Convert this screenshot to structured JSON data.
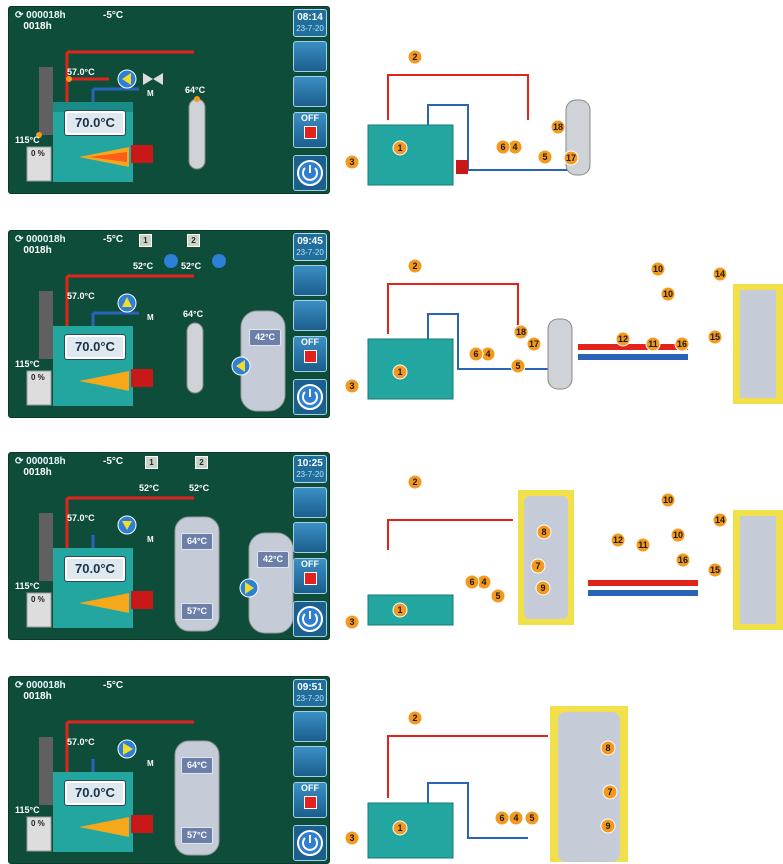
{
  "panels": [
    {
      "counter_top": "000018h",
      "counter_bottom": "0018h",
      "outside_temp": "-5°C",
      "clock_time": "08:14",
      "clock_date": "23-7-20",
      "boiler_setpoint": "70.0°C",
      "flow_temp": "57.0°C",
      "flue_temp": "115°C",
      "fuel_level": "0 %",
      "separator_temp": "64°C",
      "mixer_label": "M",
      "off_label": "OFF"
    },
    {
      "counter_top": "000018h",
      "counter_bottom": "0018h",
      "outside_temp": "-5°C",
      "clock_time": "09:45",
      "clock_date": "23-7-20",
      "boiler_setpoint": "70.0°C",
      "flow_temp": "57.0°C",
      "flue_temp": "115°C",
      "fuel_level": "0 %",
      "separator_temp": "64°C",
      "dhw_temp": "42°C",
      "circuit1_label": "1",
      "circuit1_temp": "52°C",
      "circuit2_label": "2",
      "circuit2_temp": "52°C",
      "mixer_label": "M",
      "off_label": "OFF"
    },
    {
      "counter_top": "000018h",
      "counter_bottom": "0018h",
      "outside_temp": "-5°C",
      "clock_time": "10:25",
      "clock_date": "23-7-20",
      "boiler_setpoint": "70.0°C",
      "flow_temp": "57.0°C",
      "flue_temp": "115°C",
      "fuel_level": "0 %",
      "buffer_top": "64°C",
      "buffer_bottom": "57°C",
      "dhw_temp": "42°C",
      "circuit1_label": "1",
      "circuit1_temp": "52°C",
      "circuit2_label": "2",
      "circuit2_temp": "52°C",
      "mixer_label": "M",
      "off_label": "OFF"
    },
    {
      "counter_top": "000018h",
      "counter_bottom": "0018h",
      "outside_temp": "-5°C",
      "clock_time": "09:51",
      "clock_date": "23-7-20",
      "boiler_setpoint": "70.0°C",
      "flow_temp": "57.0°C",
      "flue_temp": "115°C",
      "fuel_level": "0 %",
      "buffer_top": "64°C",
      "buffer_bottom": "57°C",
      "mixer_label": "M",
      "off_label": "OFF"
    }
  ],
  "schematics": [
    {
      "markers": [
        "1",
        "2",
        "3",
        "4",
        "5",
        "6",
        "17",
        "18"
      ]
    },
    {
      "markers": [
        "1",
        "2",
        "3",
        "4",
        "5",
        "6",
        "10",
        "10",
        "11",
        "12",
        "14",
        "15",
        "16",
        "17",
        "18"
      ]
    },
    {
      "markers": [
        "1",
        "2",
        "3",
        "4",
        "5",
        "6",
        "7",
        "8",
        "9",
        "10",
        "10",
        "11",
        "12",
        "14",
        "15",
        "16"
      ]
    },
    {
      "markers": [
        "1",
        "2",
        "3",
        "4",
        "5",
        "6",
        "7",
        "8",
        "9"
      ]
    }
  ],
  "colors": {
    "panel_bg": "#0e4d3a",
    "supply_pipe": "#e3231b",
    "return_pipe": "#2b63b8",
    "boiler": "#23a6a0",
    "marker": "#f39a1e",
    "tank_outline": "#f2e04a"
  }
}
